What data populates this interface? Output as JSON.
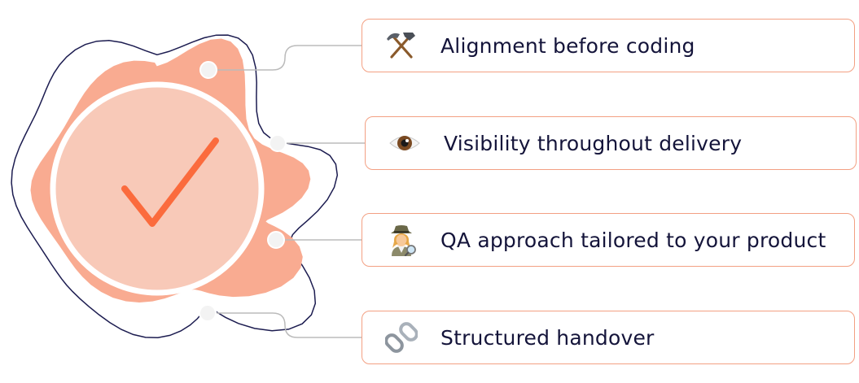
{
  "features": [
    {
      "label": "Alignment before coding",
      "icon": "hammer-and-pick-icon"
    },
    {
      "label": "Visibility throughout delivery",
      "icon": "eye-icon"
    },
    {
      "label": "QA approach tailored to your product",
      "icon": "detective-icon"
    },
    {
      "label": "Structured handover",
      "icon": "chain-link-icon"
    }
  ],
  "colors": {
    "badge_fill": "#f9ab91",
    "badge_outline": "#1c1c50",
    "inner_circle": "#f8c9b8",
    "check": "#fb6b3d",
    "card_border": "#f3a083",
    "connector": "#bbbbbb",
    "label_text": "#14143a"
  }
}
